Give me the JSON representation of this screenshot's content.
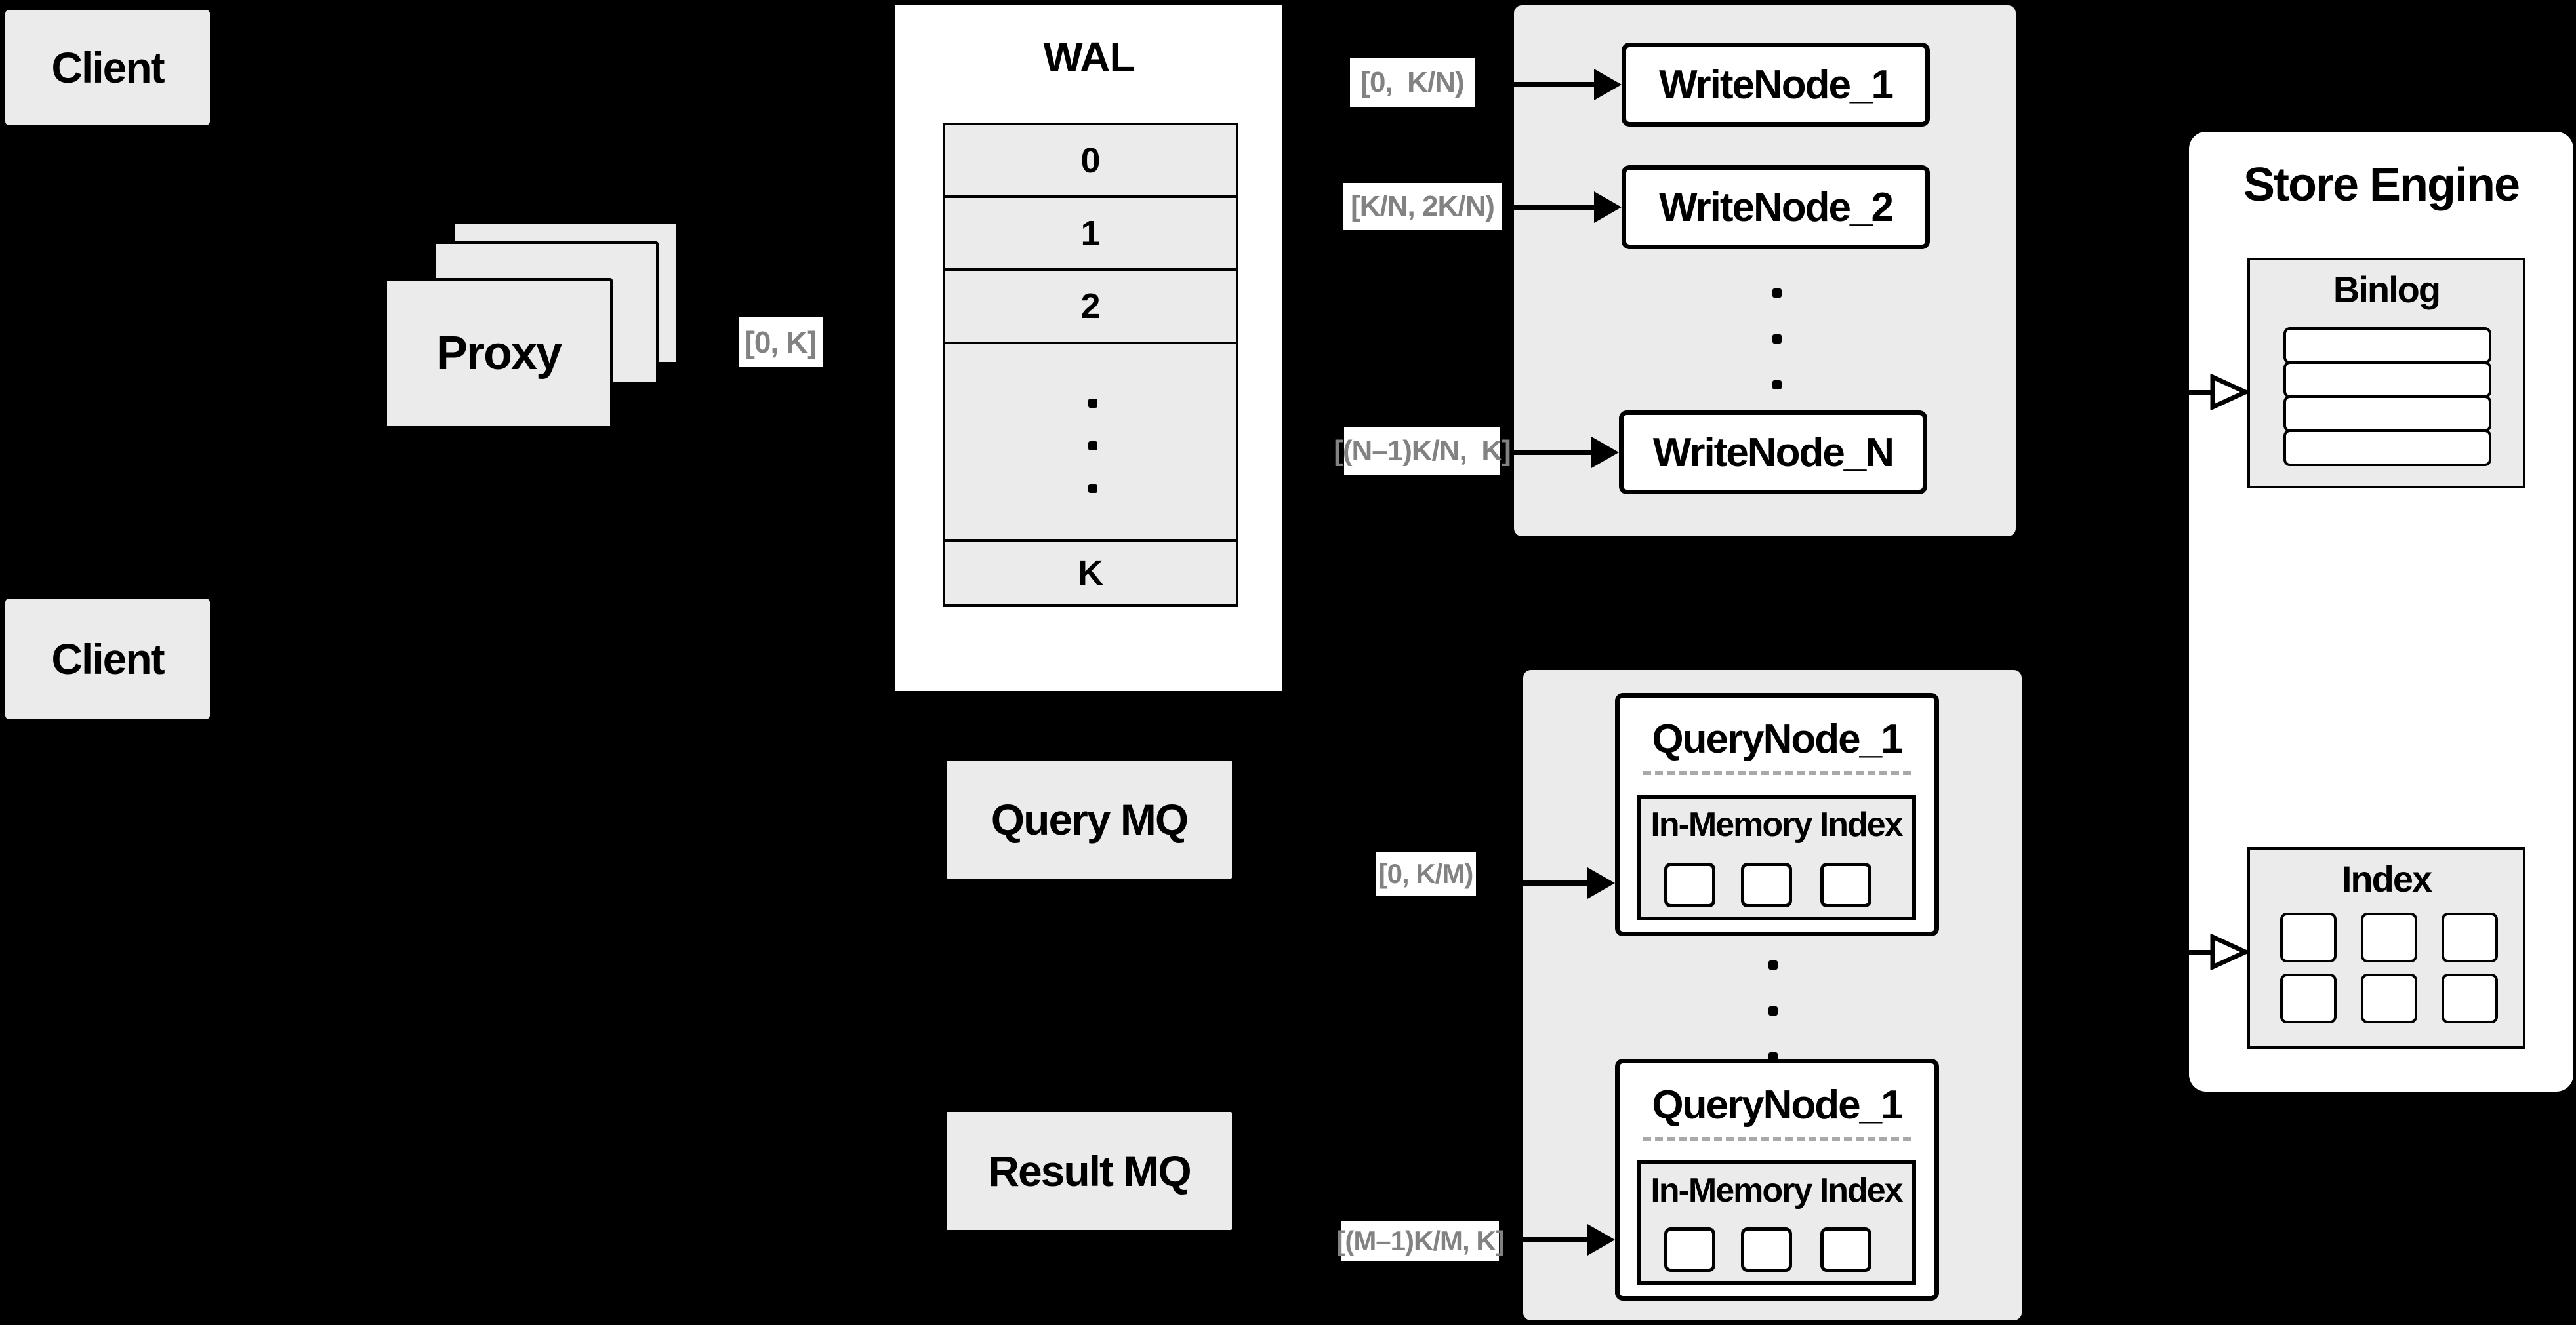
{
  "colors": {
    "background": "#000000",
    "panel_fill": "#ebebeb",
    "node_fill": "#ffffff",
    "border": "#000000",
    "range_text": "#828282",
    "dashed_line": "#a9a9a9"
  },
  "clients": {
    "top": "Client",
    "bottom": "Client"
  },
  "proxy": {
    "label": "Proxy",
    "range_to_wal": "[0, K]"
  },
  "wal": {
    "title": "WAL",
    "segments": [
      "0",
      "1",
      "2",
      "K"
    ]
  },
  "mq": {
    "query": "Query MQ",
    "result": "Result MQ"
  },
  "write_group": {
    "ranges": [
      "[0,  K/N)",
      "[K/N, 2K/N)",
      "[(N–1)K/N,  K]"
    ],
    "nodes": [
      "WriteNode_1",
      "WriteNode_2",
      "WriteNode_N"
    ]
  },
  "query_group": {
    "ranges": [
      "[0, K/M)",
      "[(M–1)K/M, K]"
    ],
    "node_top_title": "QueryNode_1",
    "node_bottom_title": "QueryNode_1",
    "inner_title": "In-Memory Index"
  },
  "store_engine": {
    "title": "Store Engine",
    "binlog": "Binlog",
    "index": "Index"
  },
  "misc": {
    "dot": "."
  }
}
